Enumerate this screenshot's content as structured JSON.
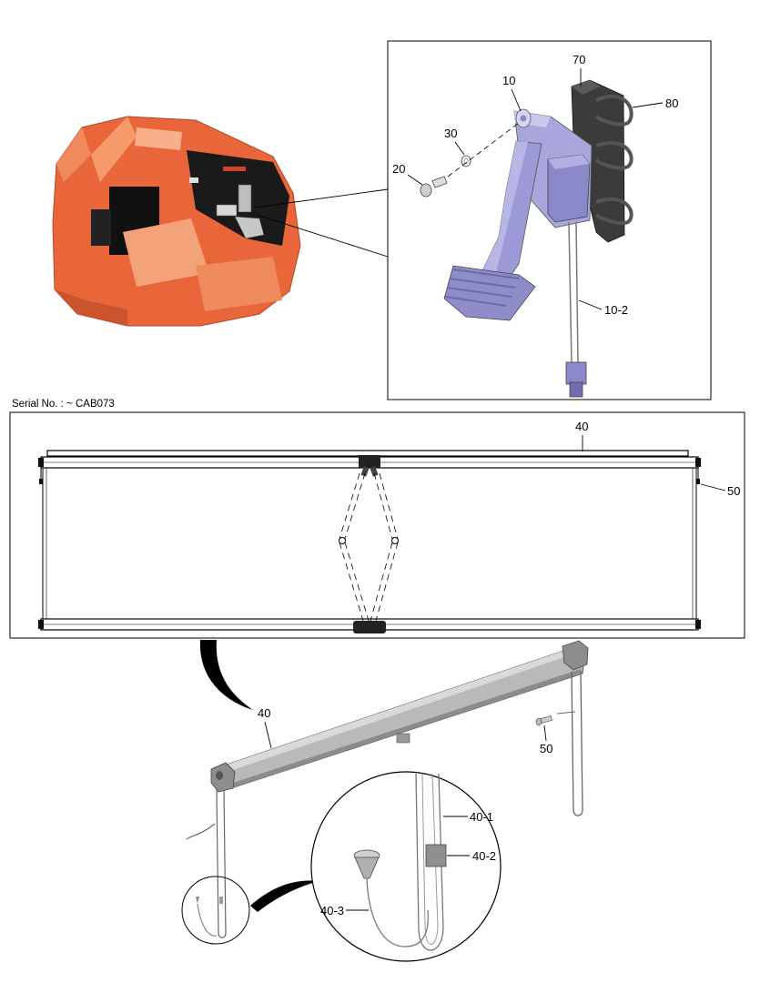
{
  "header": {
    "serial_note": "Serial No. : ~ CAB073"
  },
  "callouts": {
    "pedal": {
      "c10": "10",
      "c20": "20",
      "c30": "30",
      "c70": "70",
      "c80": "80",
      "c10_2": "10-2"
    },
    "curtain": {
      "c40": "40",
      "c50": "50"
    },
    "roller": {
      "c40": "40",
      "c50": "50",
      "c40_1": "40-1",
      "c40_2": "40-2",
      "c40_3": "40-3"
    }
  },
  "colors": {
    "cab_orange": "#e8663a",
    "pedal_lavender": "#9b9ad6",
    "bracket_dark": "#3b3b3b",
    "roller_gray": "#a9a9a9"
  }
}
